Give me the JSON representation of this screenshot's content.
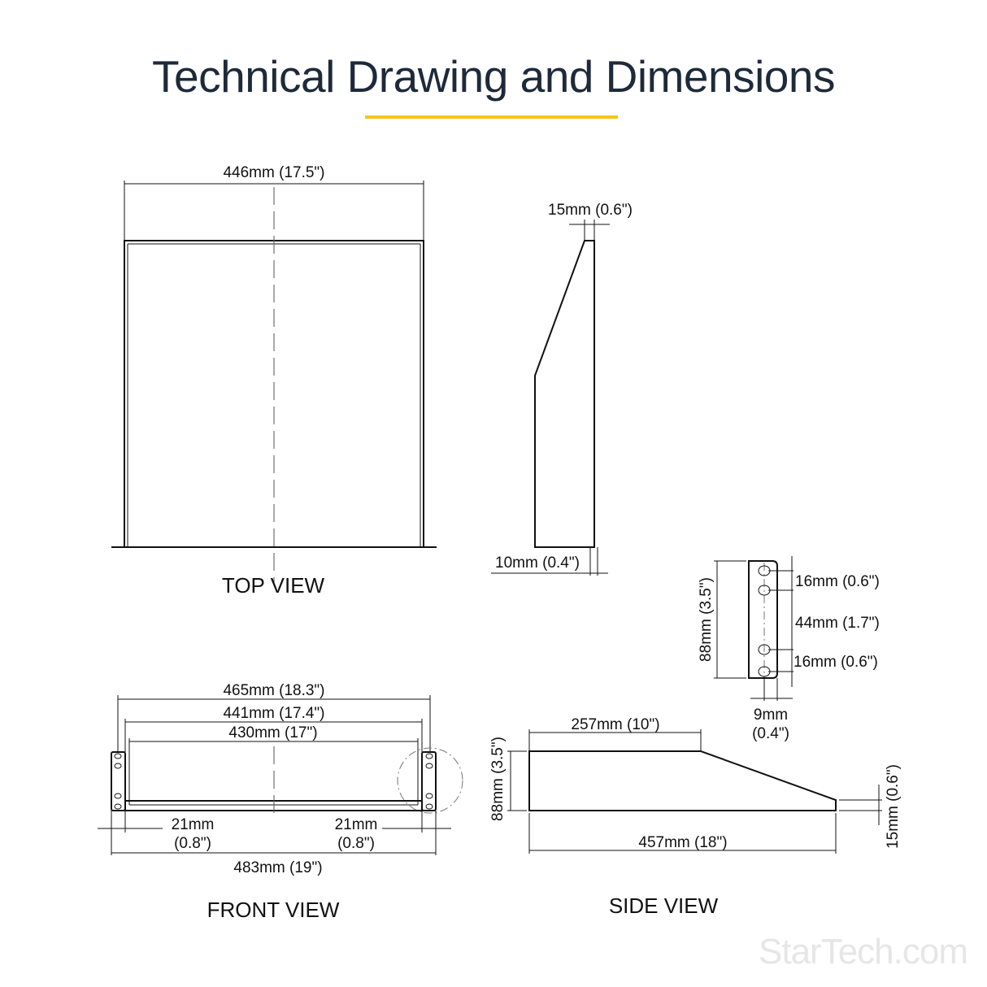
{
  "title": "Technical Drawing and Dimensions",
  "colors": {
    "title": "#1e2a3a",
    "accent": "#f5c518",
    "line": "#111111",
    "logo": "#e6e6e6"
  },
  "top_view": {
    "label": "TOP VIEW",
    "width": "446mm (17.5\")"
  },
  "profile_view": {
    "top_thickness": "15mm (0.6\")",
    "bottom_thickness": "10mm (0.4\")"
  },
  "ear_view": {
    "height": "88mm (3.5\")",
    "spacing_top": "16mm (0.6\")",
    "spacing_middle": "44mm (1.7\")",
    "spacing_bottom": "16mm (0.6\")",
    "hole_offset_line1": "9mm",
    "hole_offset_line2": "(0.4\")"
  },
  "front_view": {
    "label": "FRONT VIEW",
    "width_outer": "465mm (18.3\")",
    "width_mid": "441mm (17.4\")",
    "width_inner": "430mm (17\")",
    "left_ear_line1": "21mm",
    "left_ear_line2": "(0.8\")",
    "right_ear_line1": "21mm",
    "right_ear_line2": "(0.8\")",
    "total_width": "483mm (19\")"
  },
  "side_view": {
    "label": "SIDE VIEW",
    "flat_depth": "257mm (10\")",
    "height": "88mm (3.5\")",
    "depth": "457mm (18\")",
    "tip_height": "15mm (0.6\")"
  },
  "logo": "StarTech.com"
}
